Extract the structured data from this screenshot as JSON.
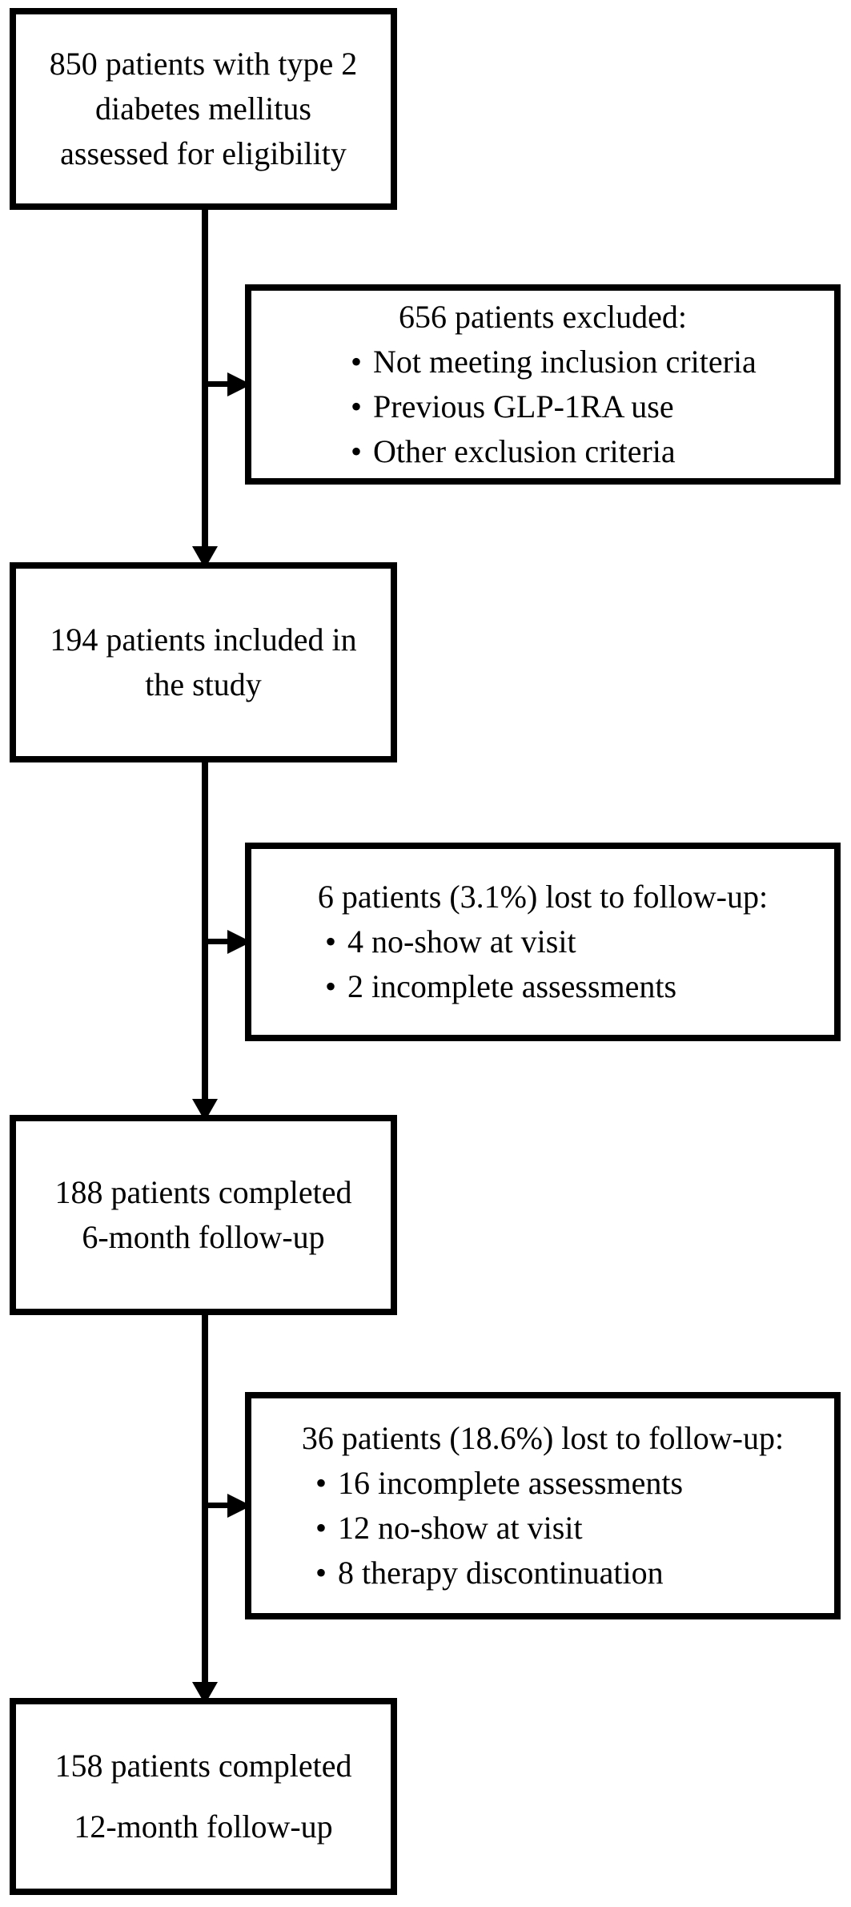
{
  "figure": {
    "type": "patient-flow-diagram",
    "background_color": "#ffffff",
    "line_color": "#000000",
    "text_color": "#000000",
    "bullet_glyph": "•",
    "main_boxes": [
      {
        "lines": [
          "850 patients with type 2",
          "diabetes mellitus",
          "assessed for eligibility"
        ]
      },
      {
        "lines": [
          "194 patients included in",
          "the study"
        ]
      },
      {
        "lines": [
          "188 patients completed",
          "6-month follow-up"
        ]
      },
      {
        "lines": [
          "158 patients completed",
          "12-month follow-up"
        ]
      }
    ],
    "side_boxes": [
      {
        "title": "656 patients excluded:",
        "bullets": [
          "Not meeting inclusion criteria",
          "Previous GLP-1RA use",
          "Other exclusion criteria"
        ]
      },
      {
        "title": "6 patients (3.1%) lost to follow-up:",
        "bullets": [
          "4 no-show at visit",
          "2 incomplete assessments"
        ]
      },
      {
        "title": "36 patients (18.6%) lost to follow-up:",
        "bullets": [
          "16 incomplete assessments",
          "12 no-show at visit",
          "8 therapy discontinuation"
        ]
      }
    ]
  }
}
